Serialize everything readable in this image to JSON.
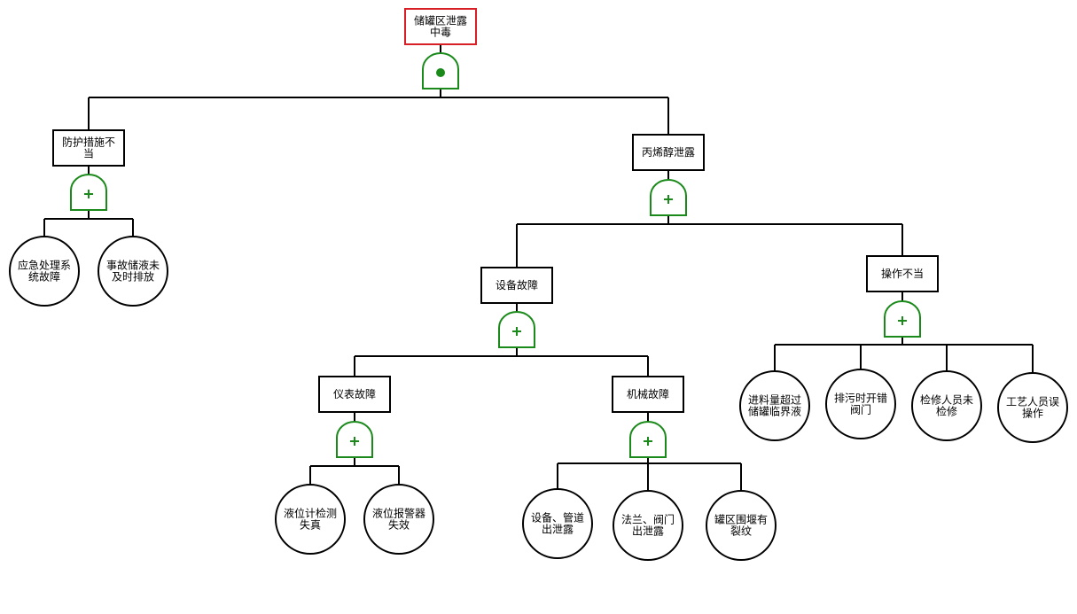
{
  "colors": {
    "top_event_border": "#d81f26",
    "gate": "#1a8a1a",
    "line": "#000000"
  },
  "tree": {
    "top": {
      "text": [
        "储罐区泄露",
        "中毒"
      ],
      "gate": "and"
    },
    "left_event": {
      "text": [
        "防护措施不",
        "当"
      ],
      "gate": "or"
    },
    "left_basic_1": {
      "text": [
        "应急处理系",
        "统故障"
      ]
    },
    "left_basic_2": {
      "text": [
        "事故储液未",
        "及时排放"
      ]
    },
    "right_event": {
      "text": [
        "丙烯醇泄露"
      ],
      "gate": "or"
    },
    "equipment_event": {
      "text": [
        "设备故障"
      ],
      "gate": "or"
    },
    "operation_event": {
      "text": [
        "操作不当"
      ],
      "gate": "or"
    },
    "instrument_event": {
      "text": [
        "仪表故障"
      ],
      "gate": "or"
    },
    "mechanical_event": {
      "text": [
        "机械故障"
      ],
      "gate": "or"
    },
    "inst_basic_1": {
      "text": [
        "液位计检测",
        "失真"
      ]
    },
    "inst_basic_2": {
      "text": [
        "液位报警器",
        "失效"
      ]
    },
    "mech_basic_1": {
      "text": [
        "设备、管道",
        "出泄露"
      ]
    },
    "mech_basic_2": {
      "text": [
        "法兰、阀门",
        "出泄露"
      ]
    },
    "mech_basic_3": {
      "text": [
        "罐区围堰有",
        "裂纹"
      ]
    },
    "op_basic_1": {
      "text": [
        "进料量超过",
        "储罐临界液"
      ]
    },
    "op_basic_2": {
      "text": [
        "排污时开错",
        "阀门"
      ]
    },
    "op_basic_3": {
      "text": [
        "检修人员未",
        "检修"
      ]
    },
    "op_basic_4": {
      "text": [
        "工艺人员误",
        "操作"
      ]
    }
  }
}
